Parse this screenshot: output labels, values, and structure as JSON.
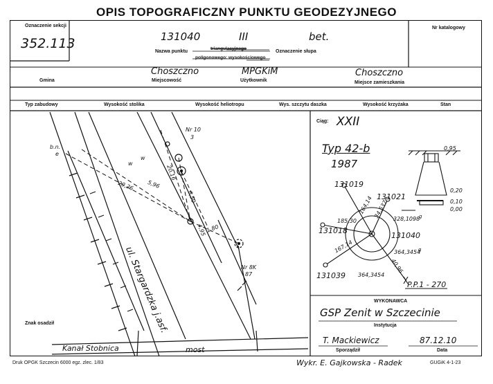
{
  "title": "OPIS TOPOGRAFICZNY PUNKTU GEODEZYJNEGO",
  "header": {
    "section_label": "Oznaczenie sekcji",
    "section_value": "352.113",
    "catalog_label": "Nr katalogowy",
    "point_number": "131040",
    "order": "III",
    "pillar_marking": "bet.",
    "point_name_label": "Nazwa punktu",
    "triang_label": "triangulacyjnego",
    "polygon_label": "poligonowego: wysokościowego",
    "pillar_label": "Oznaczenie słupa",
    "gmina_label": "Gmina",
    "locality_label": "Miejscowość",
    "locality_value": "Choszczno",
    "user_label": "Użytkownik",
    "user_value": "MPGKiM",
    "residence_label": "Miejsce zamieszkania",
    "residence_value": "Choszczno"
  },
  "columns": [
    "Typ zabudowy",
    "Wysokość stolika",
    "Wysokość heliotropu",
    "Wys. szczytu daszka",
    "Wysokość krzyżaka",
    "Stan"
  ],
  "sketch": {
    "labels": {
      "bn": "b.n.",
      "e": "e",
      "w": "w",
      "nr10": "Nr 10",
      "nr10_sub": "3",
      "d2026": "20,26",
      "d596": "5,96",
      "d2016": "20,16",
      "d650": "6,50",
      "d495": "4,95",
      "d180": "1,80",
      "street": "ul. Stargardzka j.asf.",
      "nr8k": "Nr 8K",
      "nr8k_sub": "87",
      "canal": "Kanał Stobnica",
      "bridge": "most",
      "fix_marks": "Znak osadził"
    }
  },
  "right_panel": {
    "ciag_label": "Ciąg:",
    "ciag_value": "XXII",
    "type": "Typ 42-b",
    "year": "1987",
    "pts": {
      "p131019": "131019",
      "p131021": "131021",
      "p131018": "131018",
      "p131040": "131040",
      "p131039": "131039"
    },
    "meas": {
      "m18530": "185,30",
      "m16414": "164,14",
      "m34537": "34,537",
      "m3281098": "328,1098",
      "m3281098_sup": "g",
      "m16714": "167,14",
      "m3643454a": "364,3454",
      "m3643454a_sup": "g",
      "m4096": "40,96",
      "m3643454b": "364,3454"
    },
    "pp": "P.P.1 - 270",
    "profile": {
      "d095": "0,95",
      "h020": "0,20",
      "h010": "0,10",
      "h000": "0,00"
    }
  },
  "executor": {
    "label": "WYKONAWCA",
    "name": "GSP Zenit w Szczecinie",
    "institution_label": "Instytucja",
    "person": "T. Mackiewicz",
    "prepared_label": "Sporządził",
    "date": "87.12.10",
    "date_label": "Data"
  },
  "footer": {
    "print": "Druk OPGK Szczecin 6000 egz. zlec. 1/83",
    "drawn_by": "Wykr. E. Gajkowska - Radek",
    "form": "GUGiK 4-1-23"
  }
}
